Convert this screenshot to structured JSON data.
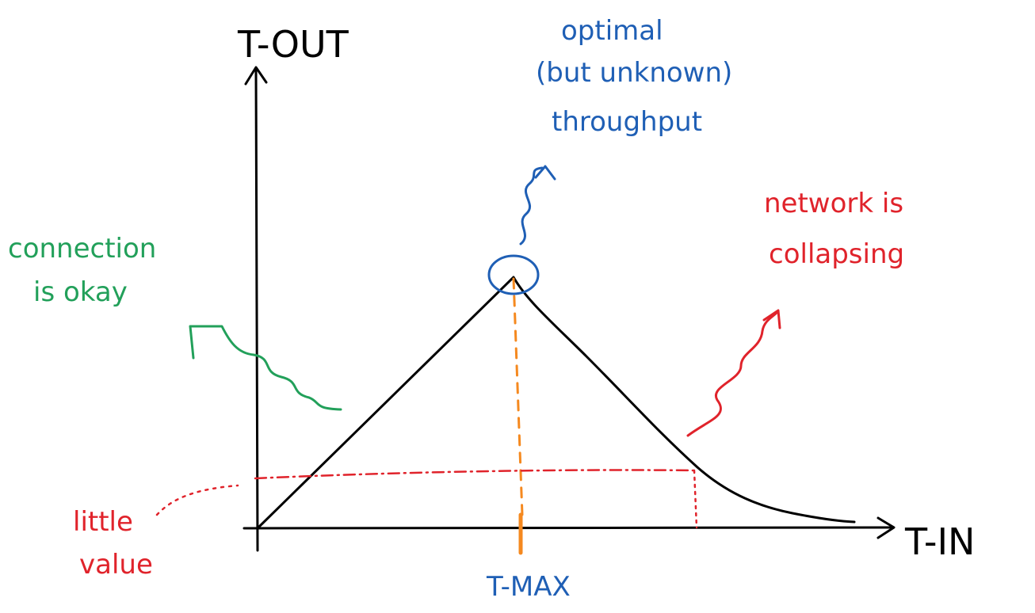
{
  "axes": {
    "y_label": "T-OUT",
    "x_label": "T-IN"
  },
  "marks": {
    "t_max_label": "T-MAX"
  },
  "annotations": {
    "optimal": {
      "lines": [
        "optimal",
        "(but unknown)",
        "throughput"
      ],
      "color": "#1f5fb5"
    },
    "collapsing": {
      "lines": [
        "network is",
        "collapsing"
      ],
      "color": "#e0232b"
    },
    "okay": {
      "lines": [
        "connection",
        "is okay"
      ],
      "color": "#22a05a"
    },
    "little_value": {
      "lines": [
        "little",
        "value"
      ],
      "color": "#e0232b"
    }
  },
  "colors": {
    "axis": "#000000",
    "curve": "#000000",
    "t_max_guide": "#f5891f",
    "little_value_guide": "#e0232b"
  }
}
